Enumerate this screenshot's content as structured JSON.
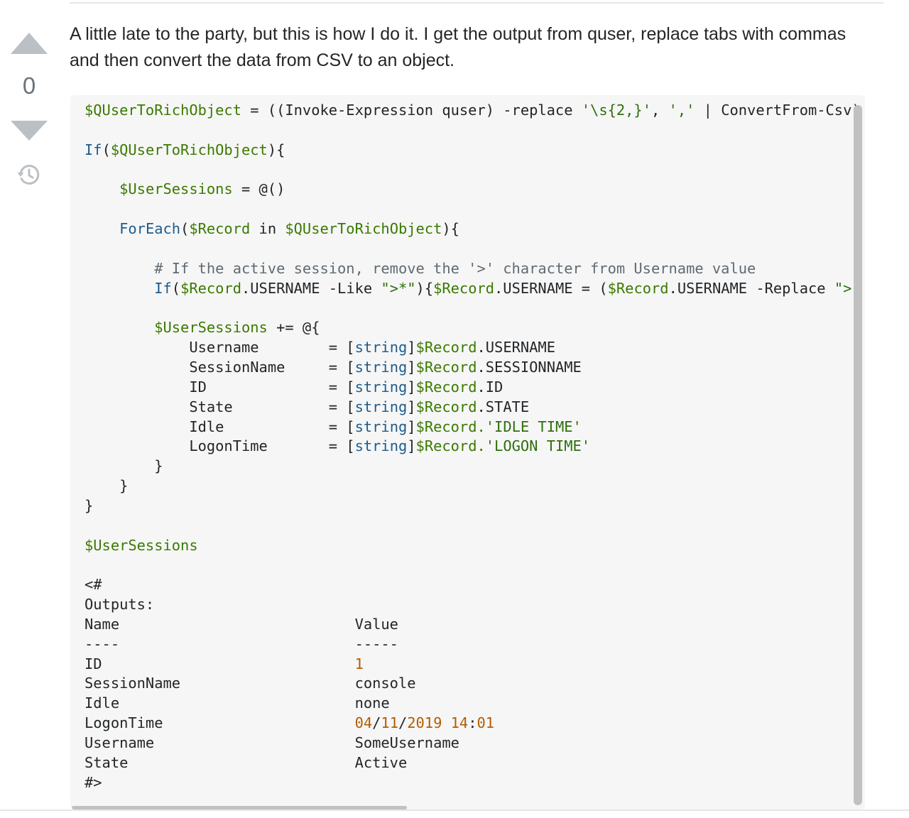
{
  "post": {
    "vote_count": "0",
    "body_text": "A little late to the party, but this is how I do it. I get the output from quser, replace tabs with commas and then convert the data from CSV to an object."
  },
  "icons": {
    "upvote": "upvote-arrow-icon",
    "downvote": "downvote-arrow-icon",
    "history": "history-icon"
  },
  "colors": {
    "code_background": "#f6f6f6",
    "variable": "#3b7a00",
    "keyword": "#1e5c8c",
    "comment": "#5f6b73",
    "number": "#b35c00",
    "vote_arrow": "#bbc0c4"
  },
  "code": {
    "l1_var": "$QUserToRichObject",
    "l1_a": " = ((Invoke-Expression quser) -replace ",
    "l1_s1": "'\\s{2,}'",
    "l1_b": ", ",
    "l1_s2": "','",
    "l1_c": " | ConvertFrom-Csv)",
    "l2_kw": "If",
    "l2_a": "(",
    "l2_var": "$QUserToRichObject",
    "l2_b": "){",
    "l3_var": "$UserSessions",
    "l3_a": " = @()",
    "l4_kw": "ForEach",
    "l4_a": "(",
    "l4_var1": "$Record",
    "l4_b": " in ",
    "l4_var2": "$QUserToRichObject",
    "l4_c": "){",
    "l5_comment": "# If the active session, remove the '>' character from Username value",
    "l6_kw": "If",
    "l6_a": "(",
    "l6_var1": "$Record",
    "l6_b": ".USERNAME -Like ",
    "l6_s1": "\">*\"",
    "l6_c": "){",
    "l6_var2": "$Record",
    "l6_d": ".USERNAME = (",
    "l6_var3": "$Record",
    "l6_e": ".USERNAME -Replace ",
    "l6_s2": "\">\"",
    "l7_var": "$UserSessions",
    "l7_a": " += @{",
    "props": [
      {
        "name": "Username",
        "type": "string",
        "var": "$Record",
        "field": ".USERNAME",
        "quoted": ""
      },
      {
        "name": "SessionName",
        "type": "string",
        "var": "$Record",
        "field": ".SESSIONNAME",
        "quoted": ""
      },
      {
        "name": "ID",
        "type": "string",
        "var": "$Record",
        "field": ".ID",
        "quoted": ""
      },
      {
        "name": "State",
        "type": "string",
        "var": "$Record",
        "field": ".STATE",
        "quoted": ""
      },
      {
        "name": "Idle",
        "type": "string",
        "var": "$Record",
        "field": ".",
        "quoted": "'IDLE TIME'"
      },
      {
        "name": "LogonTime",
        "type": "string",
        "var": "$Record",
        "field": ".",
        "quoted": "'LOGON TIME'"
      }
    ],
    "final_var": "$UserSessions",
    "block_open": "<#",
    "outputs_label": "Outputs:",
    "col_name": "Name",
    "col_value": "Value",
    "col_name_rule": "----",
    "col_value_rule": "-----",
    "out_id_name": "ID",
    "out_id_value": "1",
    "out_session_name": "SessionName",
    "out_session_value": "console",
    "out_idle_name": "Idle",
    "out_idle_value": "none",
    "out_logon_name": "LogonTime",
    "out_logon_d1": "04",
    "out_logon_d2": "11",
    "out_logon_d3": "2019",
    "out_logon_h": "14",
    "out_logon_m": "01",
    "out_user_name": "Username",
    "out_user_value": "SomeUsername",
    "out_state_name": "State",
    "out_state_value": "Active",
    "block_close": "#>"
  }
}
